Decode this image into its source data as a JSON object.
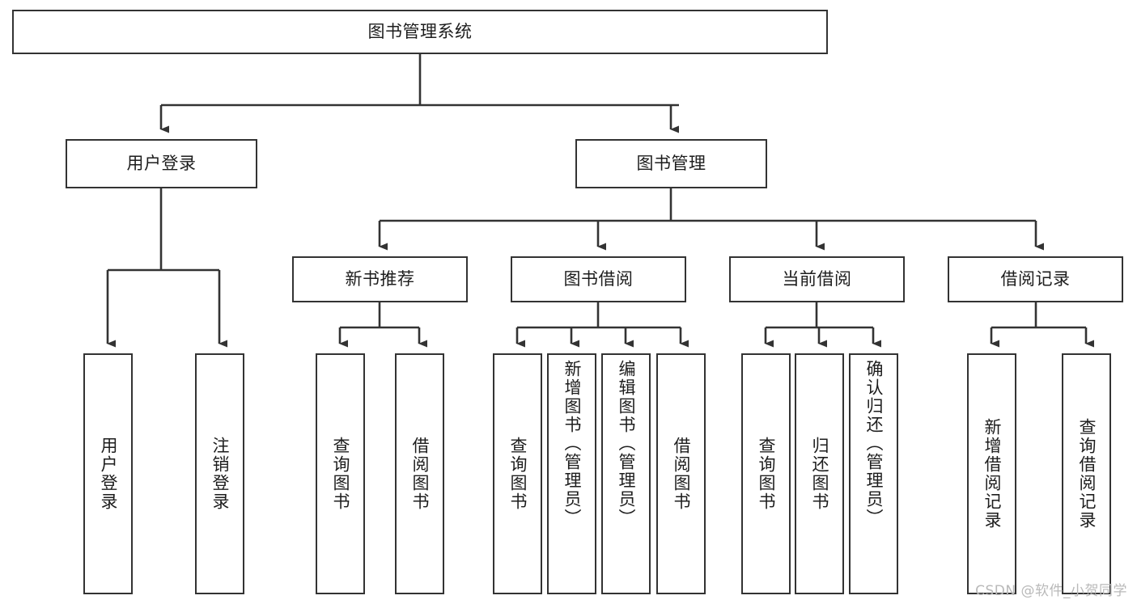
{
  "diagram": {
    "title": "图书管理系统",
    "type": "tree-hierarchy-chart",
    "root": {
      "label": "图书管理系统"
    },
    "level2": [
      {
        "label": "用户登录"
      },
      {
        "label": "图书管理"
      }
    ],
    "level3": [
      {
        "label": "新书推荐"
      },
      {
        "label": "图书借阅"
      },
      {
        "label": "当前借阅"
      },
      {
        "label": "借阅记录"
      }
    ],
    "leaves": {
      "user_login": [
        {
          "label": "用户登录"
        },
        {
          "label": "注销登录"
        }
      ],
      "new_book_recommend": [
        {
          "label": "查询图书"
        },
        {
          "label": "借阅图书"
        }
      ],
      "book_borrow": [
        {
          "label": "查询图书"
        },
        {
          "label": "新增图书（管理员）"
        },
        {
          "label": "编辑图书（管理员）"
        },
        {
          "label": "借阅图书"
        }
      ],
      "current_borrow": [
        {
          "label": "查询图书"
        },
        {
          "label": "归还图书"
        },
        {
          "label": "确认归还（管理员）"
        }
      ],
      "borrow_record": [
        {
          "label": "新增借阅记录"
        },
        {
          "label": "查询借阅记录"
        }
      ]
    }
  },
  "watermark": {
    "text": "CSDN @软件_小贺同学"
  },
  "colors": {
    "stroke": "#333333",
    "background": "#ffffff",
    "text": "#1d1d1d",
    "watermark": "#b9b9b9"
  }
}
